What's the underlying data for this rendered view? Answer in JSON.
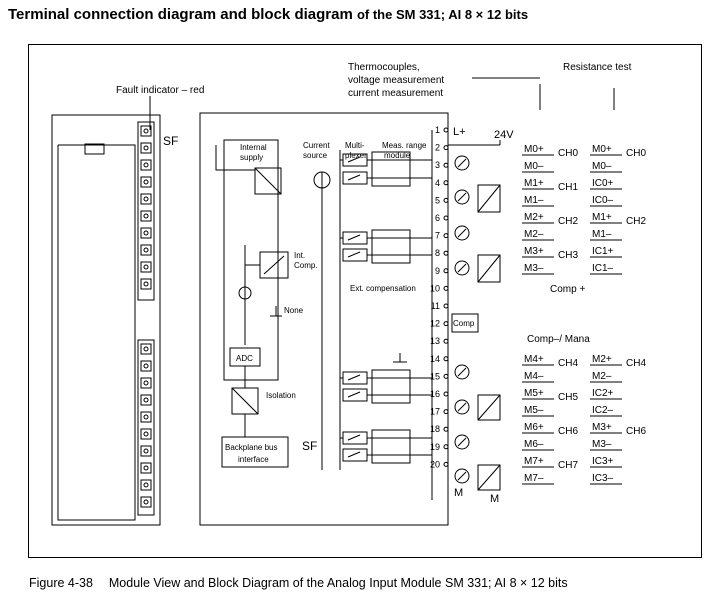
{
  "title": {
    "main": "Terminal connection diagram and block diagram",
    "suffix": "of the SM 331; AI 8 × 12 bits"
  },
  "caption": "Figure 4-38  Module View and Block Diagram of the Analog Input Module SM 331; AI 8 × 12 bits",
  "labels": {
    "fault_indicator": "Fault indicator – red",
    "sf_module": "SF",
    "thermo_1": "Thermocouples,",
    "thermo_2": "voltage measurement",
    "thermo_3": "current measurement",
    "resistance_test": "Resistance test",
    "internal_supply_1": "Internal",
    "internal_supply_2": "supply",
    "current_source_1": "Current",
    "current_source_2": "source",
    "multiplexer_1": "Multi-",
    "multiplexer_2": "plexer",
    "meas_range_1": "Meas. range",
    "meas_range_2": "module",
    "int_comp_1": "Int.",
    "int_comp_2": "Comp.",
    "ext_comp": "Ext. compensation",
    "none": "None",
    "comp_box": "Comp",
    "adc": "ADC",
    "isolation": "Isolation",
    "backplane_1": "Backplane bus",
    "backplane_2": "interface",
    "sf_block": "SF",
    "l_plus": "L+",
    "v24": "24V",
    "m_bottom": "M",
    "m_right": "M"
  },
  "terminals": [
    "1",
    "2",
    "3",
    "4",
    "5",
    "6",
    "7",
    "8",
    "9",
    "10",
    "11",
    "12",
    "13",
    "14",
    "15",
    "16",
    "17",
    "18",
    "19",
    "20"
  ],
  "left_table": [
    {
      "sig": "M0+",
      "ch": "CH0"
    },
    {
      "sig": "M0–",
      "ch": ""
    },
    {
      "sig": "M1+",
      "ch": "CH1"
    },
    {
      "sig": "M1–",
      "ch": ""
    },
    {
      "sig": "M2+",
      "ch": "CH2"
    },
    {
      "sig": "M2–",
      "ch": ""
    },
    {
      "sig": "M3+",
      "ch": "CH3"
    },
    {
      "sig": "M3–",
      "ch": ""
    },
    {
      "sig": "M4+",
      "ch": "CH4"
    },
    {
      "sig": "M4–",
      "ch": ""
    },
    {
      "sig": "M5+",
      "ch": "CH5"
    },
    {
      "sig": "M5–",
      "ch": ""
    },
    {
      "sig": "M6+",
      "ch": "CH6"
    },
    {
      "sig": "M6–",
      "ch": ""
    },
    {
      "sig": "M7+",
      "ch": "CH7"
    },
    {
      "sig": "M7–",
      "ch": ""
    }
  ],
  "right_table": [
    {
      "sig": "M0+",
      "ch": "CH0"
    },
    {
      "sig": "M0–",
      "ch": ""
    },
    {
      "sig": "IC0+",
      "ch": ""
    },
    {
      "sig": "IC0–",
      "ch": ""
    },
    {
      "sig": "M1+",
      "ch": "CH2"
    },
    {
      "sig": "M1–",
      "ch": ""
    },
    {
      "sig": "IC1+",
      "ch": ""
    },
    {
      "sig": "IC1–",
      "ch": ""
    },
    {
      "sig": "M2+",
      "ch": "CH4"
    },
    {
      "sig": "M2–",
      "ch": ""
    },
    {
      "sig": "IC2+",
      "ch": ""
    },
    {
      "sig": "IC2–",
      "ch": ""
    },
    {
      "sig": "M3+",
      "ch": "CH6"
    },
    {
      "sig": "M3–",
      "ch": ""
    },
    {
      "sig": "IC3+",
      "ch": ""
    },
    {
      "sig": "IC3–",
      "ch": ""
    }
  ],
  "comp_plus": "Comp +",
  "comp_mana": "Comp–/ Mana"
}
